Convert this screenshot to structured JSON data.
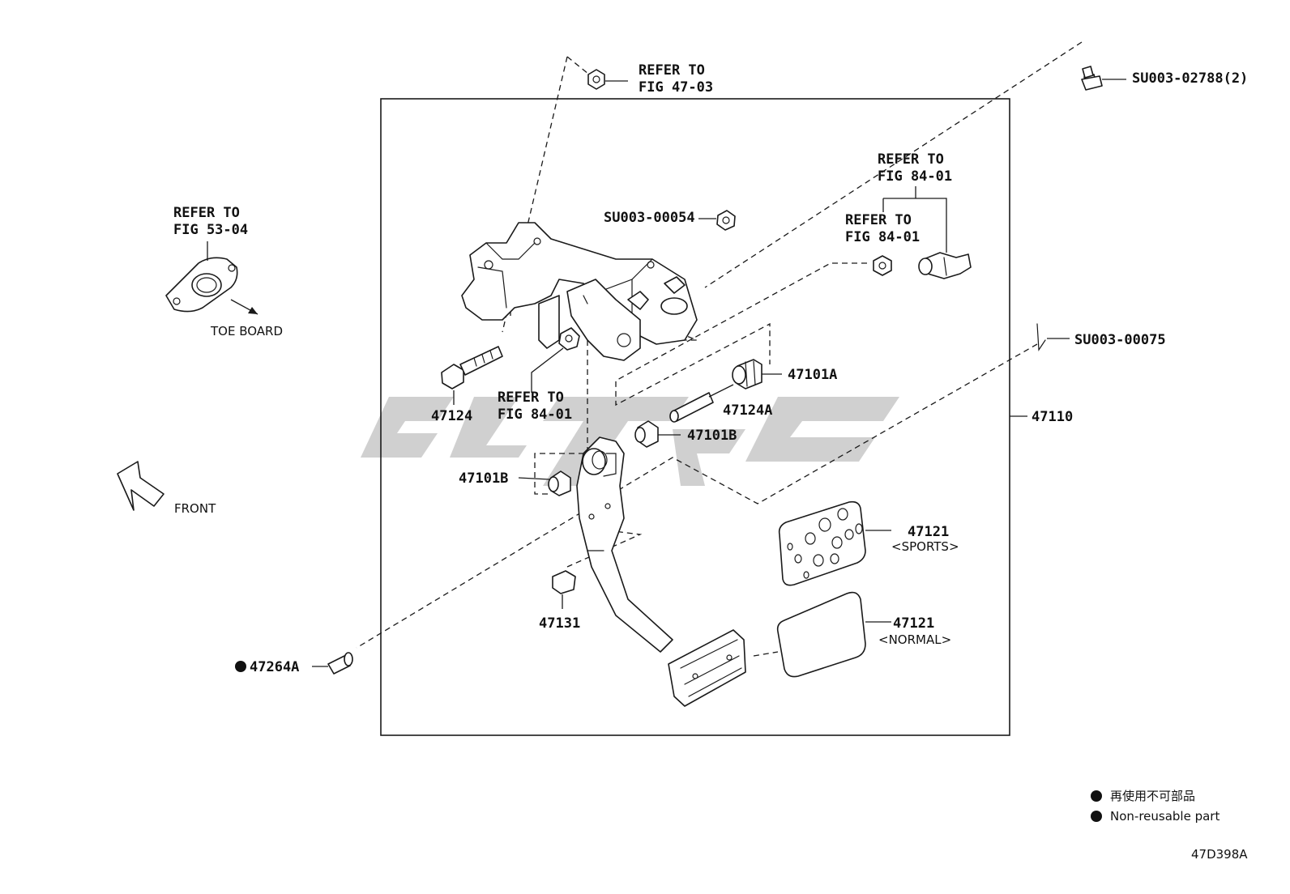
{
  "diagram_id": "47D398A",
  "legend": {
    "jp": "再使用不可部品",
    "en": "Non-reusable part"
  },
  "labels": {
    "refer_47_03": [
      "REFER TO",
      "FIG 47-03"
    ],
    "refer_53_04": [
      "REFER TO",
      "FIG 53-04"
    ],
    "refer_84_01_top": [
      "REFER TO",
      "FIG 84-01"
    ],
    "refer_84_01_mid": [
      "REFER TO",
      "FIG 84-01"
    ],
    "refer_84_01_bracket": [
      "REFER TO",
      "FIG 84-01"
    ],
    "toe_board": "TOE BOARD",
    "front": "FRONT",
    "su_02788": "SU003-02788(2)",
    "su_00054": "SU003-00054",
    "su_00075": "SU003-00075",
    "p47101A": "47101A",
    "p47124A": "47124A",
    "p47101B_right": "47101B",
    "p47101B_left": "47101B",
    "p47124": "47124",
    "p47110": "47110",
    "p47121_sports": "47121",
    "sports": "<SPORTS>",
    "p47121_normal": "47121",
    "normal": "<NORMAL>",
    "p47131": "47131",
    "p47264A": "47264A"
  },
  "colors": {
    "line": "#1a1a1a",
    "watermark": "#c8c8c8",
    "background": "#ffffff"
  }
}
